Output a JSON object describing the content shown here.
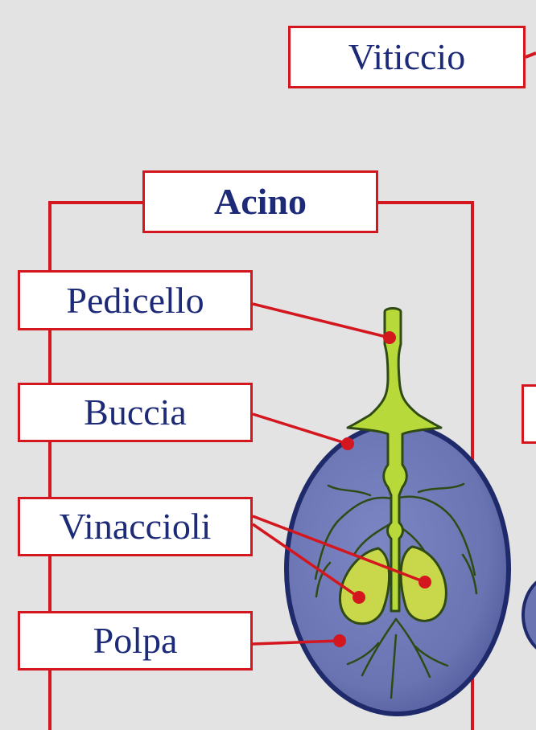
{
  "labels": {
    "viticcio": "Viticcio",
    "acino": "Acino",
    "pedicello": "Pedicello",
    "buccia": "Buccia",
    "vinaccioli": "Vinaccioli",
    "polpa": "Polpa"
  },
  "colors": {
    "background": "#e3e3e3",
    "line_red": "#d4161f",
    "text_navy": "#1c2a78",
    "berry_fill": "#6f79b6",
    "berry_edge": "#1f2a6b",
    "vein_green": "#b7d93a",
    "vein_dark": "#2f4a14",
    "seed_fill": "#c9d84a"
  }
}
